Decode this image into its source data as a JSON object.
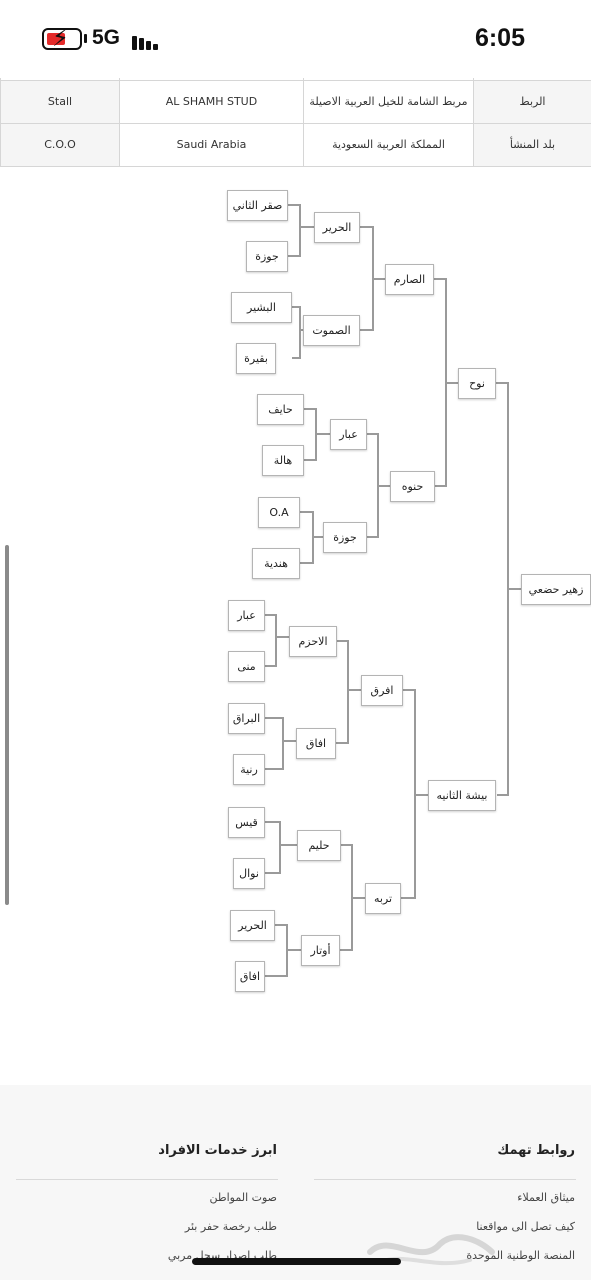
{
  "status_bar": {
    "time": "6:05",
    "network": "5G",
    "battery_color": "#e52b2b"
  },
  "info_table": {
    "rows": [
      {
        "label": "الربط",
        "ar_value": "مربط الشامة للخيل العربية الاصيلة",
        "en_value": "AL SHAMH STUD",
        "en_label": "Stall"
      },
      {
        "label": "بلد المنشأ",
        "ar_value": "المملكة العربية السعودية",
        "en_value": "Saudi Arabia",
        "en_label": "C.O.O"
      }
    ]
  },
  "pedigree": {
    "horse": "زهير حضعي",
    "sire": "نوح",
    "dam": "بيشة الثانيه",
    "sire_sire": "الصارم",
    "sire_dam": "حنوه",
    "dam_sire": "افرق",
    "dam_dam": "تربه",
    "g3": [
      "الحرير",
      "الصموت",
      "عبار",
      "جوزة",
      "الاحزم",
      "افاق",
      "حليم",
      "أوتار"
    ],
    "g4": [
      "صقر الثاني",
      "جوزة",
      "البشير",
      "بقيرة",
      "حايف",
      "هالة",
      "O.A",
      "هندية",
      "عبار",
      "منى",
      "البراق",
      "رنية",
      "قيس",
      "نوال",
      "الحرير",
      "افاق"
    ]
  },
  "footer": {
    "left_title": "ابرز خدمات الافراد",
    "left_links": [
      "صوت المواطن",
      "طلب رخصة حفر بئر",
      "طلب إصدار سجل مربي"
    ],
    "right_title": "روابط تهمك",
    "right_links": [
      "ميثاق العملاء",
      "كيف تصل الى مواقعنا",
      "المنصة الوطنية الموحدة"
    ]
  },
  "icons": {
    "battery": "battery-charging-icon",
    "signal": "cellular-signal-icon"
  }
}
